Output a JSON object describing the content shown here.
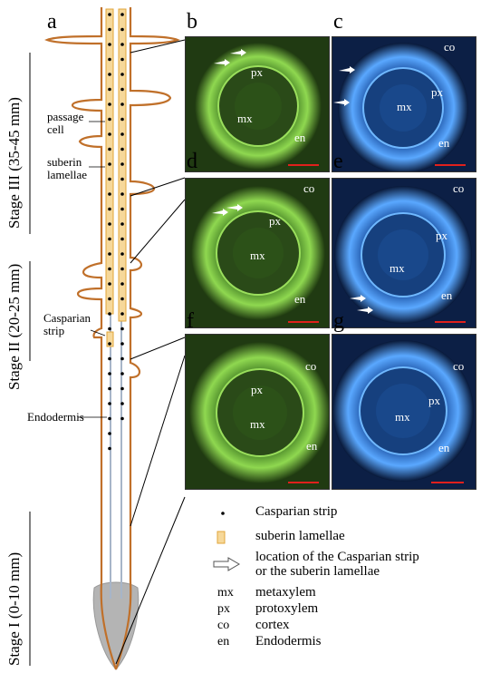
{
  "panels": {
    "a": "a",
    "b": "b",
    "c": "c",
    "d": "d",
    "e": "e",
    "f": "f",
    "g": "g"
  },
  "stages": {
    "stage3": "Stage III  (35-45 mm)",
    "stage2": "Stage II  (20-25  mm)",
    "stage1": "Stage I (0-10 mm)"
  },
  "root_labels": {
    "passage_cell_line1": "passage",
    "passage_cell_line2": "cell",
    "suberin_line1": "suberin",
    "suberin_line2": "lamellae",
    "casparian_line1": "Casparian",
    "casparian_line2": "strip",
    "endodermis": "Endodermis"
  },
  "micro_labels": {
    "co": "co",
    "px": "px",
    "mx": "mx",
    "en": "en"
  },
  "legend": {
    "casparian": "Casparian strip",
    "suberin": "suberin lamellae",
    "arrow_line1": "location of the Casparian strip",
    "arrow_line2": "or the suberin lamellae",
    "abbr": [
      {
        "code": "mx",
        "name": "metaxylem"
      },
      {
        "code": "px",
        "name": "protoxylem"
      },
      {
        "code": "co",
        "name": "cortex"
      },
      {
        "code": "en",
        "name": "Endodermis"
      }
    ]
  },
  "colors": {
    "root_outline": "#c0702a",
    "suberin_fill": "#f6d89a",
    "suberin_edge": "#e2a63a",
    "stele_line": "#a7b5c8",
    "root_cap": "#b4b4b4",
    "green_fluorescence": "#7fd04a",
    "blue_fluorescence": "#2e86e8",
    "scale_bar": "#e0201c"
  },
  "icons": [
    "dot-icon",
    "suberin-swatch-icon",
    "hollow-arrow-icon"
  ]
}
